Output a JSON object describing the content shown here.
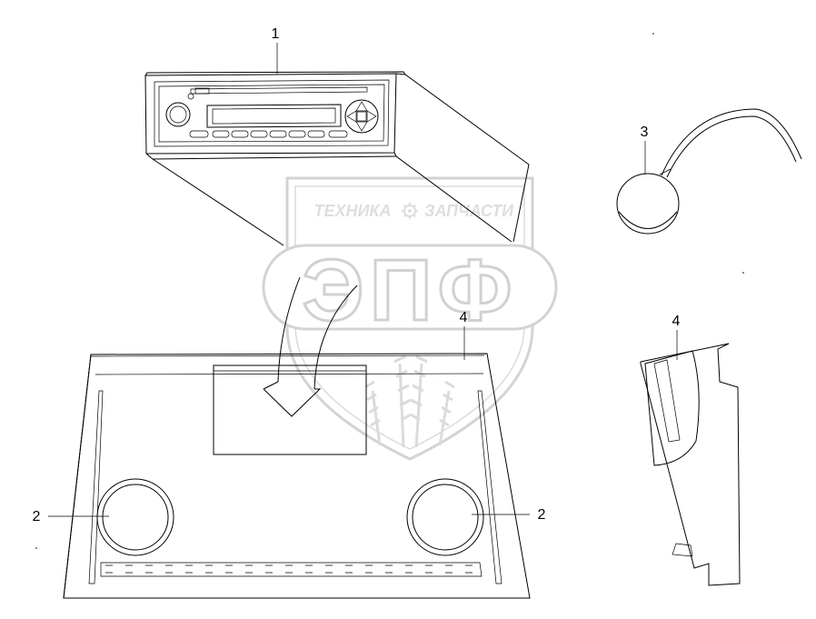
{
  "callouts": {
    "radio": "1",
    "speaker_left": "2",
    "speaker_right": "2",
    "antenna": "3",
    "panel": "4",
    "panel_side": "4"
  },
  "watermark": {
    "top_text_left": "ТЕХНИКА",
    "top_text_right": "ЗАПЧАСТИ",
    "logo_text": "ЭПФ",
    "gear_icon": "gear-icon",
    "color": "#b8b8b8"
  }
}
